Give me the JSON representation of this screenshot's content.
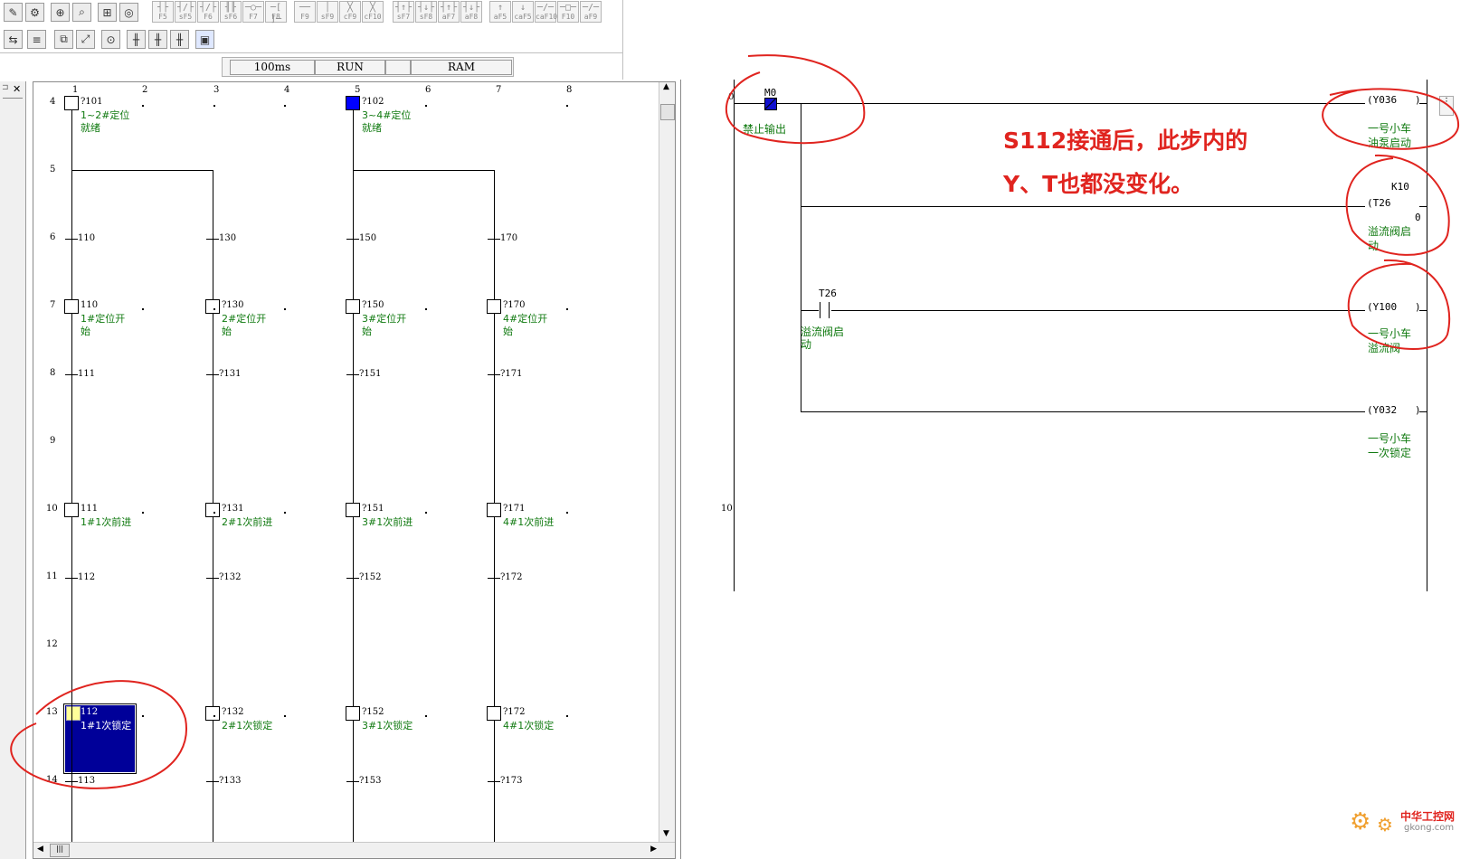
{
  "toolbar": {
    "fkeys": [
      {
        "sym": "┤├",
        "lab": "F5"
      },
      {
        "sym": "┤/├",
        "lab": "sF5"
      },
      {
        "sym": "┤/├",
        "lab": "F6"
      },
      {
        "sym": "╢╟",
        "lab": "sF6"
      },
      {
        "sym": "─○─",
        "lab": "F7"
      },
      {
        "sym": "─[ ]─",
        "lab": "F8"
      },
      {
        "sym": "──",
        "lab": "F9"
      },
      {
        "sym": "│",
        "lab": "sF9"
      },
      {
        "sym": "╳",
        "lab": "cF9"
      },
      {
        "sym": "╳",
        "lab": "cF10"
      },
      {
        "sym": "┤↑├",
        "lab": "sF7"
      },
      {
        "sym": "┤↓├",
        "lab": "sF8"
      },
      {
        "sym": "┤↑├",
        "lab": "aF7"
      },
      {
        "sym": "┤↓├",
        "lab": "aF8"
      },
      {
        "sym": "↑",
        "lab": "aF5"
      },
      {
        "sym": "↓",
        "lab": "caF5"
      },
      {
        "sym": "─/─",
        "lab": "caF10"
      },
      {
        "sym": "─□─",
        "lab": "F10"
      },
      {
        "sym": "─/─",
        "lab": "aF9"
      }
    ],
    "status": {
      "scan": "100ms",
      "mode": "RUN",
      "memory": "RAM"
    }
  },
  "sfc": {
    "columns": [
      "1",
      "2",
      "3",
      "4",
      "5",
      "6",
      "7",
      "8"
    ],
    "rows": [
      "4",
      "5",
      "6",
      "7",
      "8",
      "9",
      "10",
      "11",
      "12",
      "13",
      "14"
    ],
    "top_steps": [
      {
        "num": "?101",
        "comment": "1~2#定位\n就绪"
      },
      {
        "num": "?102",
        "comment": "3~4#定位\n就绪"
      }
    ],
    "trans_row6": [
      "110",
      "130",
      "150",
      "170"
    ],
    "steps_row7": [
      {
        "num": "110",
        "comment": "1#定位开\n始"
      },
      {
        "num": "?130",
        "comment": "2#定位开\n始"
      },
      {
        "num": "?150",
        "comment": "3#定位开\n始"
      },
      {
        "num": "?170",
        "comment": "4#定位开\n始"
      }
    ],
    "trans_row8": [
      "111",
      "?131",
      "?151",
      "?171"
    ],
    "steps_row10": [
      {
        "num": "111",
        "comment": "1#1次前进"
      },
      {
        "num": "?131",
        "comment": "2#1次前进"
      },
      {
        "num": "?151",
        "comment": "3#1次前进"
      },
      {
        "num": "?171",
        "comment": "4#1次前进"
      }
    ],
    "trans_row11": [
      "112",
      "?132",
      "?152",
      "?172"
    ],
    "steps_row13": [
      {
        "num": "112",
        "comment": "1#1次锁定"
      },
      {
        "num": "?132",
        "comment": "2#1次锁定"
      },
      {
        "num": "?152",
        "comment": "3#1次锁定"
      },
      {
        "num": "?172",
        "comment": "4#1次锁定"
      }
    ],
    "trans_row14": [
      "113",
      "?133",
      "?153",
      "?173"
    ]
  },
  "ladder": {
    "step_start": "0",
    "step_end": "10",
    "contact_m0": {
      "label": "M0",
      "comment": "禁止输出"
    },
    "contact_t26": {
      "label": "T26",
      "comment": "溢流阀启\n动"
    },
    "coils": [
      {
        "label": "Y036",
        "comment": "一号小车\n油泵启动"
      },
      {
        "label": "T26",
        "setting": "K10",
        "value": "0",
        "comment": "溢流阀启\n动"
      },
      {
        "label": "Y100",
        "comment": "一号小车\n溢流阀"
      },
      {
        "label": "Y032",
        "comment": "一号小车\n一次锁定"
      }
    ]
  },
  "annotation": {
    "line1": "S112接通后，此步内的",
    "line2": "Y、T也都没变化。"
  },
  "watermark": {
    "name": "中华工控网",
    "url": "gkong.com"
  },
  "colors": {
    "annotation": "#e0241f",
    "comment": "#107a10",
    "active_step": "#0000ff",
    "selection": "#000099",
    "highlight": "#ffff99"
  }
}
